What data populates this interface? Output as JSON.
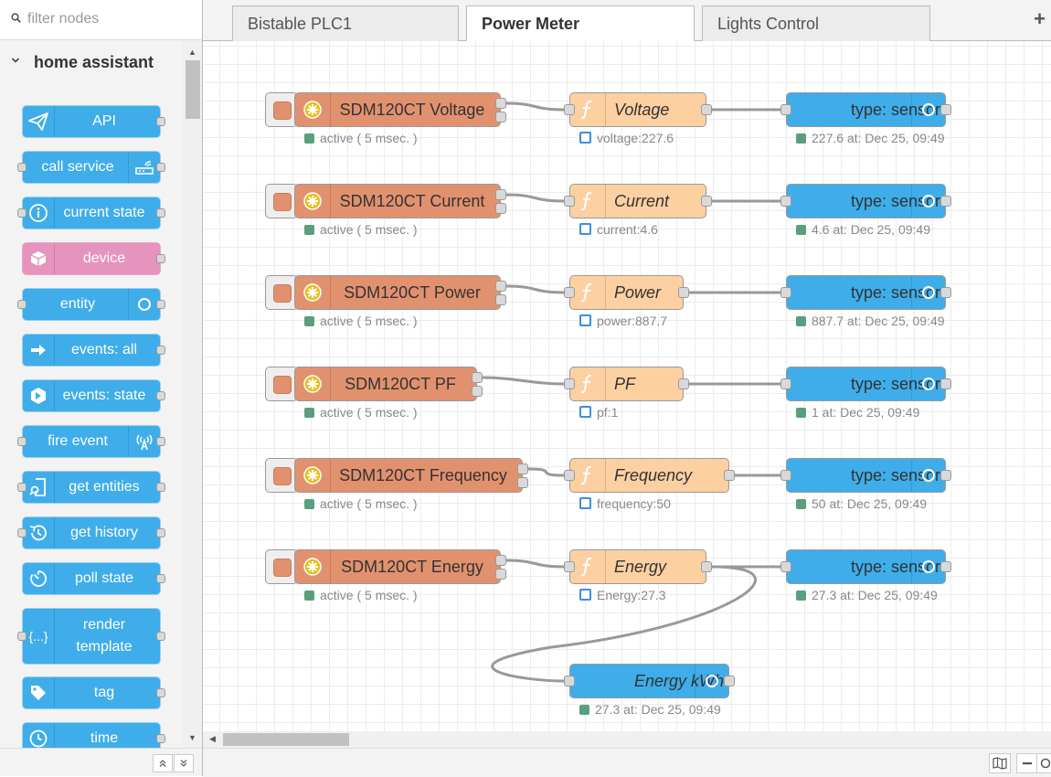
{
  "palette": {
    "filter_placeholder": "filter nodes",
    "category": "home assistant",
    "items": [
      {
        "label": "API",
        "icon": "paper-plane-icon"
      },
      {
        "label": "call service",
        "icon": "router-icon"
      },
      {
        "label": "current state",
        "icon": "info-icon"
      },
      {
        "label": "device",
        "icon": "cube-icon"
      },
      {
        "label": "entity",
        "icon": "ring-icon"
      },
      {
        "label": "events: all",
        "icon": "arrow-right-icon"
      },
      {
        "label": "events: state",
        "icon": "hexagon-arrow-icon"
      },
      {
        "label": "fire event",
        "icon": "broadcast-icon"
      },
      {
        "label": "get entities",
        "icon": "entities-icon"
      },
      {
        "label": "get history",
        "icon": "history-icon"
      },
      {
        "label": "poll state",
        "icon": "timer-icon"
      },
      {
        "label": "render template",
        "icon": "braces-icon"
      },
      {
        "label": "tag",
        "icon": "tag-icon"
      },
      {
        "label": "time",
        "icon": "clock-icon"
      }
    ]
  },
  "tabs": [
    {
      "label": "Bistable PLC1"
    },
    {
      "label": "Power Meter"
    },
    {
      "label": "Lights Control"
    }
  ],
  "active_tab": "Power Meter",
  "flow": {
    "rows": [
      {
        "inject": "SDM120CT Voltage",
        "inject_status": "active ( 5 msec. )",
        "func": "Voltage",
        "func_status": "voltage:227.6",
        "sensor": "type: sensor",
        "sensor_status": "227.6 at: Dec 25, 09:49"
      },
      {
        "inject": "SDM120CT Current",
        "inject_status": "active ( 5 msec. )",
        "func": "Current",
        "func_status": "current:4.6",
        "sensor": "type: sensor",
        "sensor_status": "4.6 at: Dec 25, 09:49"
      },
      {
        "inject": "SDM120CT Power",
        "inject_status": "active ( 5 msec. )",
        "func": "Power",
        "func_status": "power:887.7",
        "sensor": "type: sensor",
        "sensor_status": "887.7 at: Dec 25, 09:49"
      },
      {
        "inject": "SDM120CT PF",
        "inject_status": "active ( 5 msec. )",
        "func": "PF",
        "func_status": "pf:1",
        "sensor": "type: sensor",
        "sensor_status": "1 at: Dec 25, 09:49"
      },
      {
        "inject": "SDM120CT Frequency",
        "inject_status": "active ( 5 msec. )",
        "func": "Frequency",
        "func_status": "frequency:50",
        "sensor": "type: sensor",
        "sensor_status": "50 at: Dec 25, 09:49"
      },
      {
        "inject": "SDM120CT Energy",
        "inject_status": "active ( 5 msec. )",
        "func": "Energy",
        "func_status": "Energy:27.3",
        "sensor": "type: sensor",
        "sensor_status": "27.3 at: Dec 25, 09:49"
      }
    ],
    "extra_sensor": {
      "label": "Energy kWh",
      "status": "27.3 at: Dec 25, 09:49"
    }
  },
  "colors": {
    "inject": "#e2916f",
    "function": "#fdd0a2",
    "home_assistant": "#3fadea",
    "device": "#e693bd",
    "status_green": "#5a9e7d",
    "status_blue": "#3e8ee0"
  },
  "footer_icons": [
    "collapse-all-icon",
    "expand-all-icon",
    "map-icon",
    "zoom-out-icon",
    "zoom-reset-icon"
  ]
}
